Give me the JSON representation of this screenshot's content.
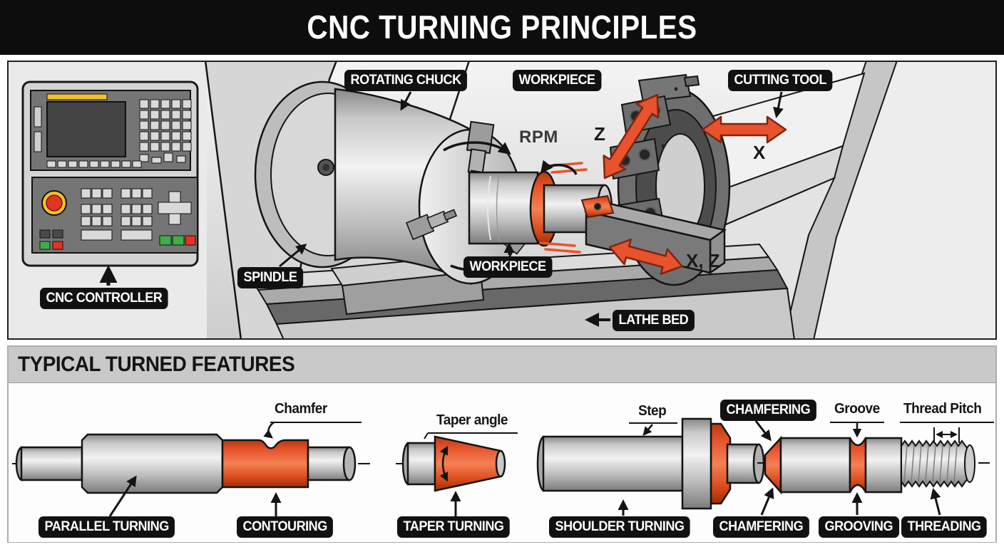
{
  "header": {
    "title": "CNC TURNING PRINCIPLES"
  },
  "machine_diagram": {
    "labels": {
      "rotating_chuck": "ROTATING CHUCK",
      "workpiece_top": "WORKPIECE",
      "cutting_tool": "CUTTING TOOL",
      "spindle": "SPINDLE",
      "workpiece_bottom": "WORKPIECE",
      "cnc_controller": "CNC CONTROLLER",
      "lathe_bed": "LATHE BED"
    },
    "annotations": {
      "rpm": "RPM",
      "axis_z": "Z",
      "axis_x": "X",
      "axis_xz": "X, Z"
    }
  },
  "features_section": {
    "title": "TYPICAL TURNED FEATURES",
    "annotations": {
      "chamfer": "Chamfer",
      "taper_angle": "Taper angle",
      "step": "Step",
      "groove": "Groove",
      "thread_pitch": "Thread Pitch",
      "chamfering": "CHAMFERING"
    },
    "labels": {
      "parallel_turning": "PARALLEL TURNING",
      "contouring": "CONTOURING",
      "taper_turning": "TAPER TURNING",
      "shoulder_turning": "SHOULDER TURNING",
      "chamfering": "CHAMFERING",
      "grooving": "GROOVING",
      "threading": "THREADING"
    }
  },
  "colors": {
    "accent_orange": "#E8522C",
    "orange_outline": "#7E2410",
    "label_bg": "#111111",
    "label_text": "#FFFFFF",
    "estop_red": "#E23323",
    "estop_ring_yellow": "#F2C12E",
    "key_green": "#3FAE49",
    "controller_panel_gray": "#757575"
  }
}
